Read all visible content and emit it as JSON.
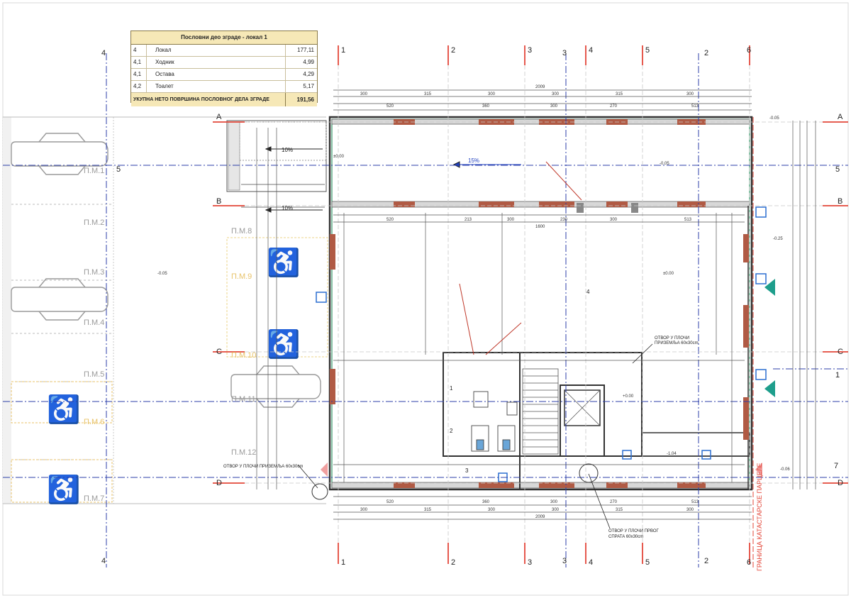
{
  "area_table": {
    "title": "Пословни део зграде - локал 1",
    "rows": [
      {
        "no": "4",
        "name": "Локал",
        "value": "177,11"
      },
      {
        "no": "4,1",
        "name": "Ходник",
        "value": "4,99"
      },
      {
        "no": "4,1",
        "name": "Остава",
        "value": "4,29"
      },
      {
        "no": "4,2",
        "name": "Тоалет",
        "value": "5,17"
      }
    ],
    "total_label": "УКУПНА НЕТО ПОВРШИНА ПОСЛОВНОГ ДЕЛА ЗГРАДЕ",
    "total_value": "191,56"
  },
  "grid_axes": {
    "top": [
      "4",
      "1",
      "2",
      "3",
      "3",
      "4",
      "5",
      "2",
      "6"
    ],
    "bottom": [
      "4",
      "1",
      "2",
      "3",
      "3",
      "4",
      "5",
      "2",
      "6"
    ],
    "left_rows": [
      "A",
      "B",
      "C",
      "D"
    ],
    "right_rows": [
      "A",
      "B",
      "C",
      "D"
    ],
    "left_side": [
      "5"
    ],
    "right_side": [
      "5",
      "1",
      "7"
    ]
  },
  "dims_top_row1": [
    "300",
    "315",
    "300",
    "300",
    "315",
    "300"
  ],
  "dims_top_total": "2009",
  "dims_top_row2": [
    "520",
    "360",
    "300",
    "270",
    "513"
  ],
  "dims_bottom_row1": [
    "300",
    "315",
    "300",
    "300",
    "315",
    "300"
  ],
  "dims_bottom_row2": [
    "520",
    "360",
    "300",
    "270",
    "513"
  ],
  "dims_bottom_total": "2009",
  "dims_middle": [
    "520",
    "213",
    "300",
    "230",
    "300",
    "513"
  ],
  "dims_mid_total": "1600",
  "parking": [
    "П.М.1",
    "П.М.2",
    "П.М.3",
    "П.М.4",
    "П.М.5",
    "П.М.6",
    "П.М.7",
    "П.М.8",
    "П.М.9",
    "П.М.10",
    "П.М.11",
    "П.М.12"
  ],
  "slopes": [
    "10%",
    "10%",
    "15%"
  ],
  "levels": [
    "-0.05",
    "±0.00",
    "-0.05",
    "±0.00",
    "-0.25",
    "-0.05",
    "-0.06",
    "-1.04",
    "+0.00"
  ],
  "room_marks": [
    "4",
    "1",
    "2",
    "3"
  ],
  "notes": [
    {
      "id": "note-opening-ground",
      "text1": "ОТВОР У ПЛОЧИ",
      "text2": "ПРИЗЕМЉА 60x30cm"
    },
    {
      "id": "note-opening-bottom",
      "text1": "ОТВОР У ПЛОЧИ ПРИЗЕМЉА 60x30cm",
      "text2": ""
    },
    {
      "id": "note-opening-floor",
      "text1": "ОТВОР У ПЛОЧИ ПРВОГ",
      "text2": "СПРАТА 60x30cm"
    }
  ],
  "boundary_label": "ГРАНИЦА КАТАСТАРСКЕ ПАРЦЕЛЕ",
  "colors": {
    "accent_red": "#e3473a",
    "axis_blue": "#2c3fa8",
    "wall_brown": "#b05a44",
    "handicap_yellow": "#e8a51e",
    "slab_green": "#3a9a6c",
    "teal": "#1e9e8c"
  }
}
